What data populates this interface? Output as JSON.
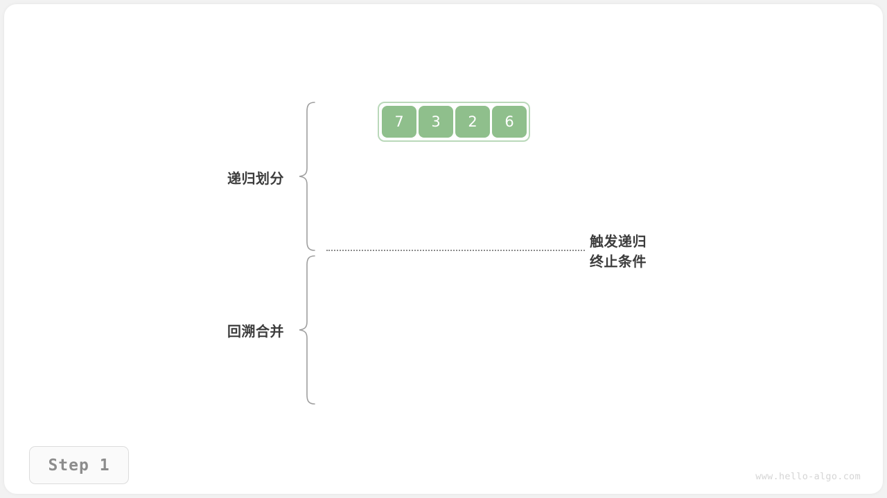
{
  "figure": {
    "title_watermark": "www.hello-algo.com",
    "step_badge": "Step 1",
    "colors": {
      "cell_fill": "#8fbf8c",
      "cell_text": "#ffffff",
      "array_border": "#b9d8b9",
      "label_text": "#3c3c3c",
      "brace_stroke": "#9e9e9e",
      "dotted_line": "#8a8a8a",
      "badge_text": "#8c8c8c",
      "badge_border": "#dcdcdc",
      "watermark": "#d5d5d5",
      "page_background": "#f2f2f2",
      "card_background": "#ffffff"
    }
  },
  "array": {
    "values": [
      "7",
      "3",
      "2",
      "6"
    ]
  },
  "labels": {
    "divide": "递归划分",
    "merge": "回溯合并"
  },
  "annotation": {
    "line1": "触发递归",
    "line2": "终止条件"
  }
}
